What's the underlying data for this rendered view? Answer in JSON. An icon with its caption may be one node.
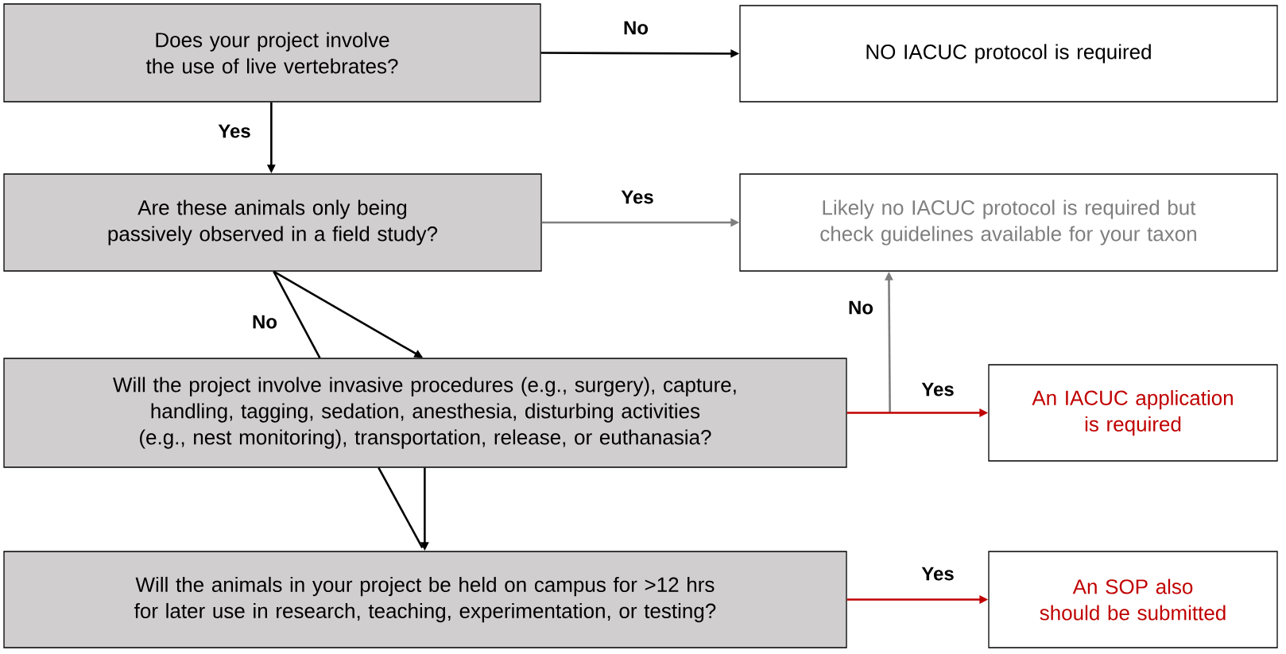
{
  "diagram": {
    "nodes": [
      {
        "text": [
          "Does your project involve the use of  live vertebrates?"
        ]
      },
      {
        "text": [
          "NO IACUC protocol is required"
        ]
      },
      {
        "text": [
          "Are these animals only being passively observed in a field study?"
        ]
      },
      {
        "text": [
          "Likely no IACUC protocol is required but check guidelines available for your taxon"
        ]
      },
      {
        "text": [
          "Will the project involve invasive procedures (e.g., surgery), capture, handling, tagging, sedation, anesthesia, disturbing activities (e.g., nest monitoring), transportation, release, or euthanasia?"
        ]
      },
      {
        "text": [
          "An IACUC application is required"
        ]
      },
      {
        "text": [
          "Will the animals in your project be held on campus for >12 hrs for later use in research, teaching, experimentation, or testing?"
        ]
      },
      {
        "text": [
          "An SOP also should be submitted"
        ]
      }
    ],
    "edges": [
      {
        "from": 0,
        "to": 1,
        "arrow": "to",
        "label": "No"
      },
      {
        "from": 0,
        "to": 2,
        "arrow": "to",
        "label": "Yes"
      },
      {
        "from": 2,
        "to": 3,
        "arrow": "to",
        "label": "Yes",
        "color": "#7f7f7f"
      },
      {
        "from": 2,
        "to": 4,
        "arrow": "to"
      },
      {
        "from": 2,
        "to": 4,
        "arrow": "none",
        "label": "No"
      },
      {
        "from": 4,
        "to": 3,
        "arrow": "to",
        "label": "No",
        "color": "#7f7f7f"
      },
      {
        "from": 4,
        "to": 5,
        "arrow": "to",
        "label": "Yes",
        "color": "#c00000"
      },
      {
        "from": 4,
        "to": 6,
        "arrow": "to"
      },
      {
        "from": 4,
        "to": 6,
        "arrow": "none"
      },
      {
        "from": 6,
        "to": 7,
        "arrow": "to",
        "label": "Yes",
        "color": "#c00000"
      }
    ]
  }
}
